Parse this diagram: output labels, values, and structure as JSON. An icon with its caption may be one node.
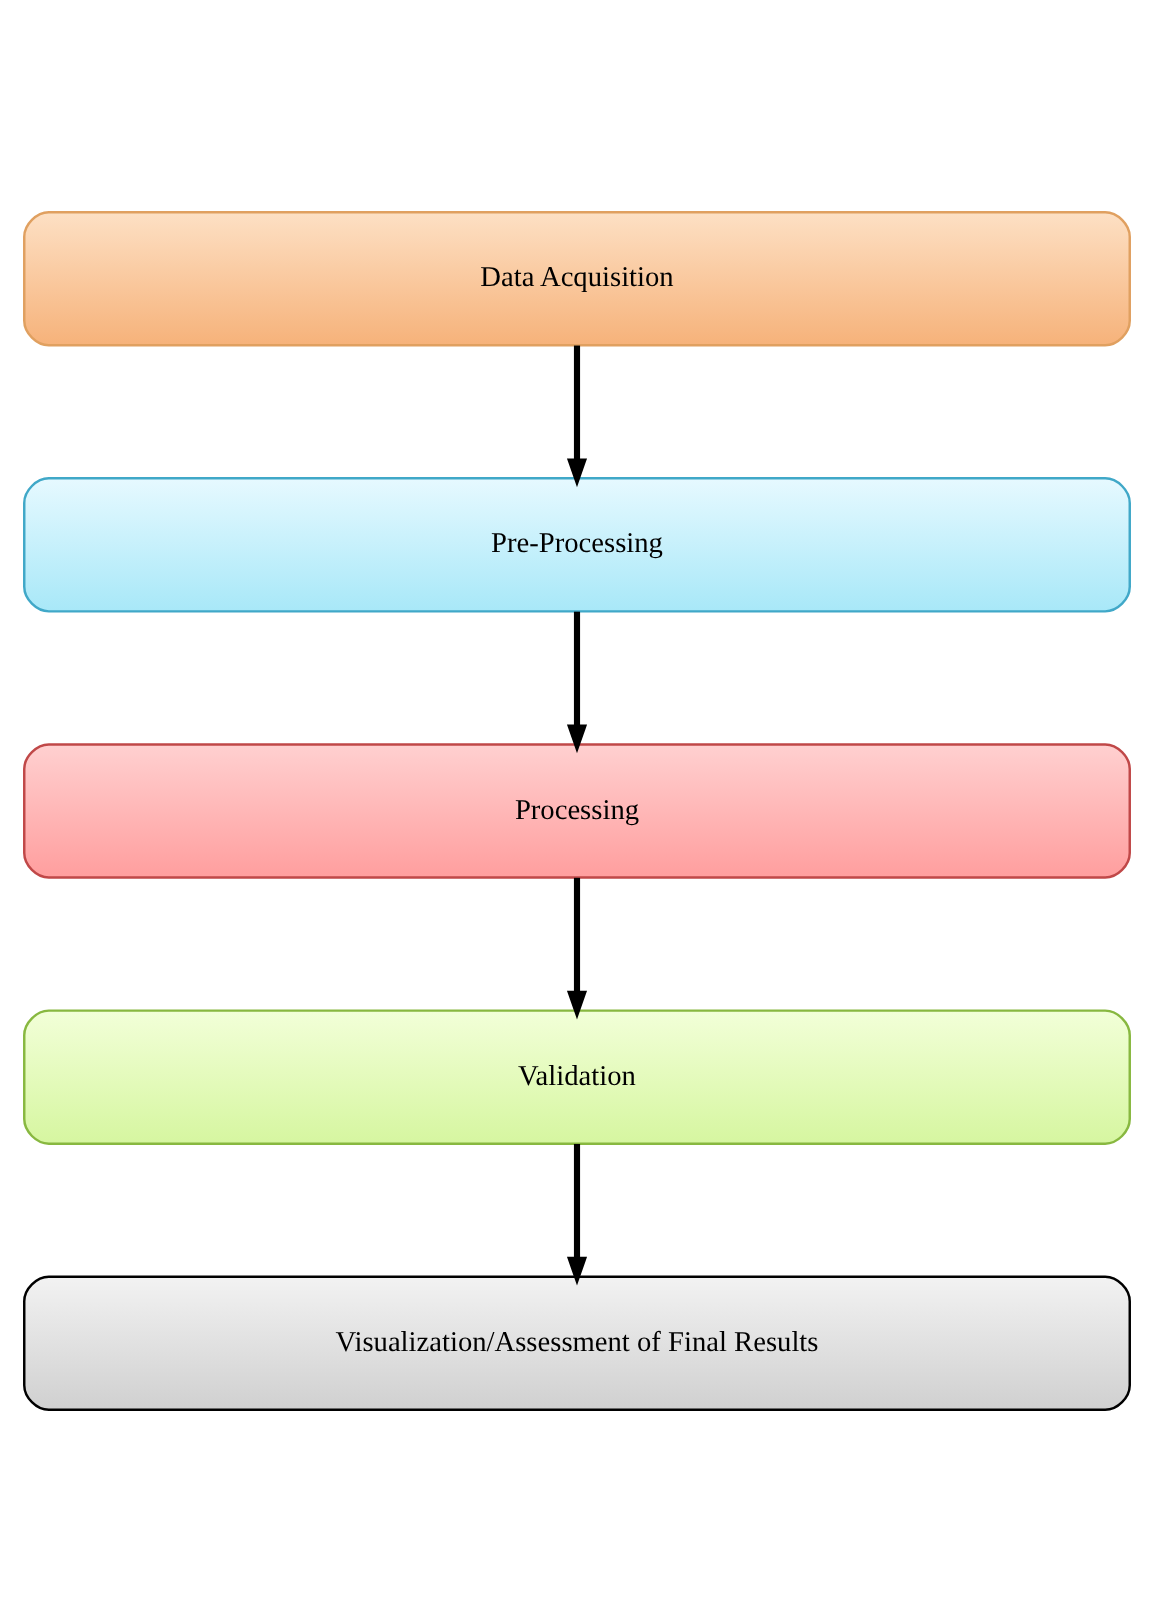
{
  "diagram": {
    "nodes": [
      {
        "text": [
          "Data Acquisition"
        ]
      },
      {
        "text": [
          "Pre-Processing"
        ]
      },
      {
        "text": [
          "Processing"
        ]
      },
      {
        "text": [
          "Validation"
        ]
      },
      {
        "text": [
          "Visualization/Assessment of Final Results"
        ]
      }
    ],
    "edges": [
      {
        "from": 0,
        "to": 1,
        "arrow": "to"
      },
      {
        "from": 1,
        "to": 2,
        "arrow": "to"
      },
      {
        "from": 2,
        "to": 3,
        "arrow": "to"
      },
      {
        "from": 3,
        "to": 4,
        "arrow": "to"
      }
    ]
  }
}
